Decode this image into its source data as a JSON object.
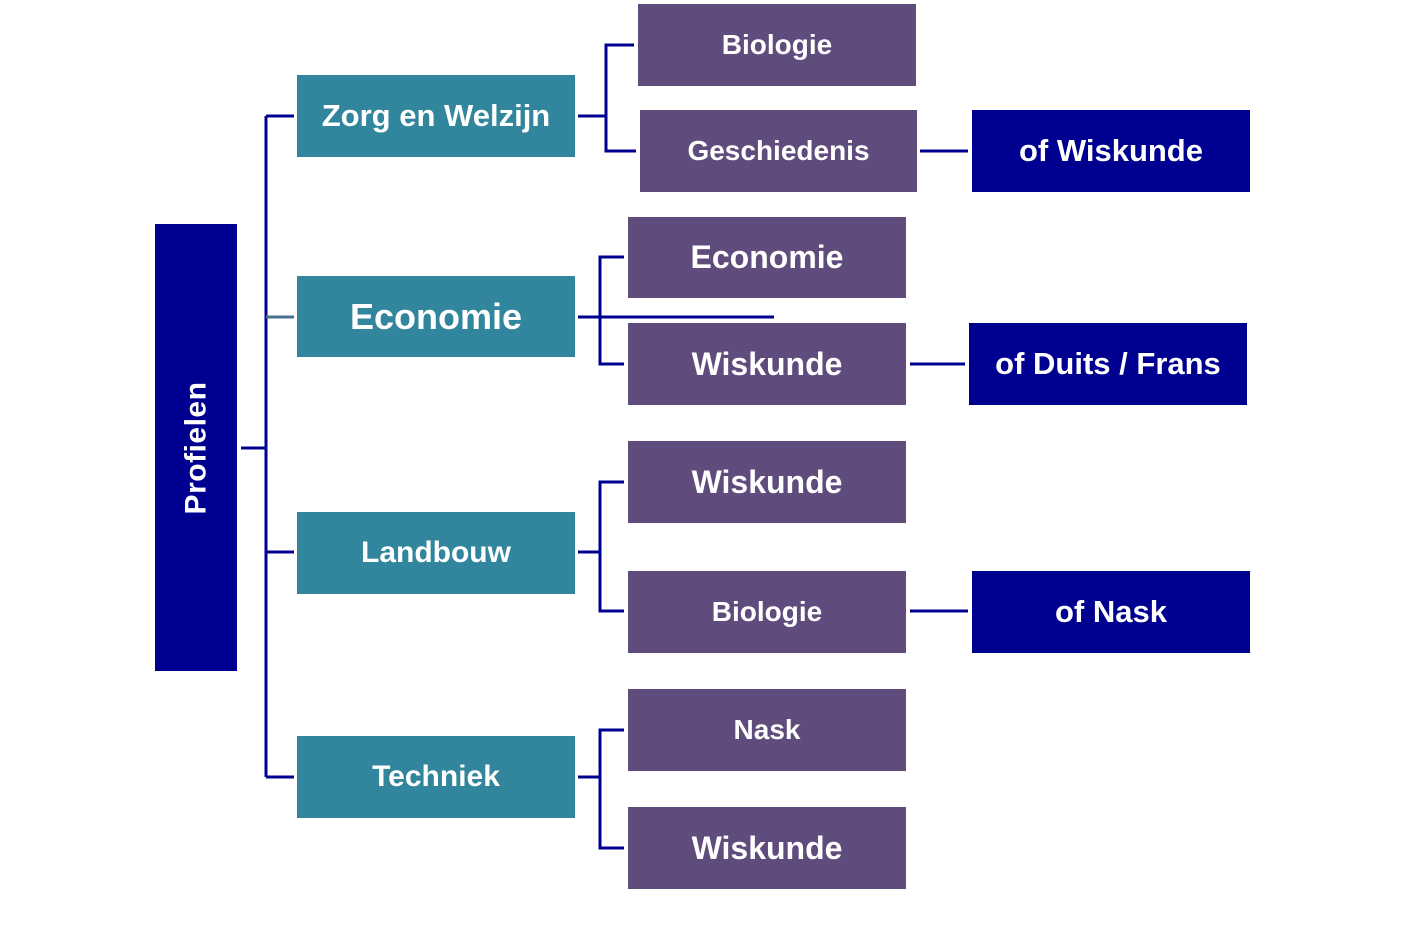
{
  "root": {
    "label": "Profielen"
  },
  "profiles": [
    {
      "label": "Zorg en Welzijn",
      "subjects": [
        {
          "label": "Biologie"
        },
        {
          "label": "Geschiedenis"
        }
      ]
    },
    {
      "label": "Economie",
      "subjects": [
        {
          "label": "Economie"
        },
        {
          "label": "Wiskunde"
        }
      ]
    },
    {
      "label": "Landbouw",
      "subjects": [
        {
          "label": "Wiskunde"
        },
        {
          "label": "Biologie"
        }
      ]
    },
    {
      "label": "Techniek",
      "subjects": [
        {
          "label": "Nask"
        },
        {
          "label": "Wiskunde"
        }
      ]
    }
  ],
  "alternatives": [
    {
      "label": "of Wiskunde"
    },
    {
      "label": "of Duits / Frans"
    },
    {
      "label": "of Nask"
    }
  ],
  "colors": {
    "root": "#000090",
    "profile": "#31859c",
    "subject": "#604c7c",
    "alternative": "#000090",
    "connector": "#000090"
  }
}
